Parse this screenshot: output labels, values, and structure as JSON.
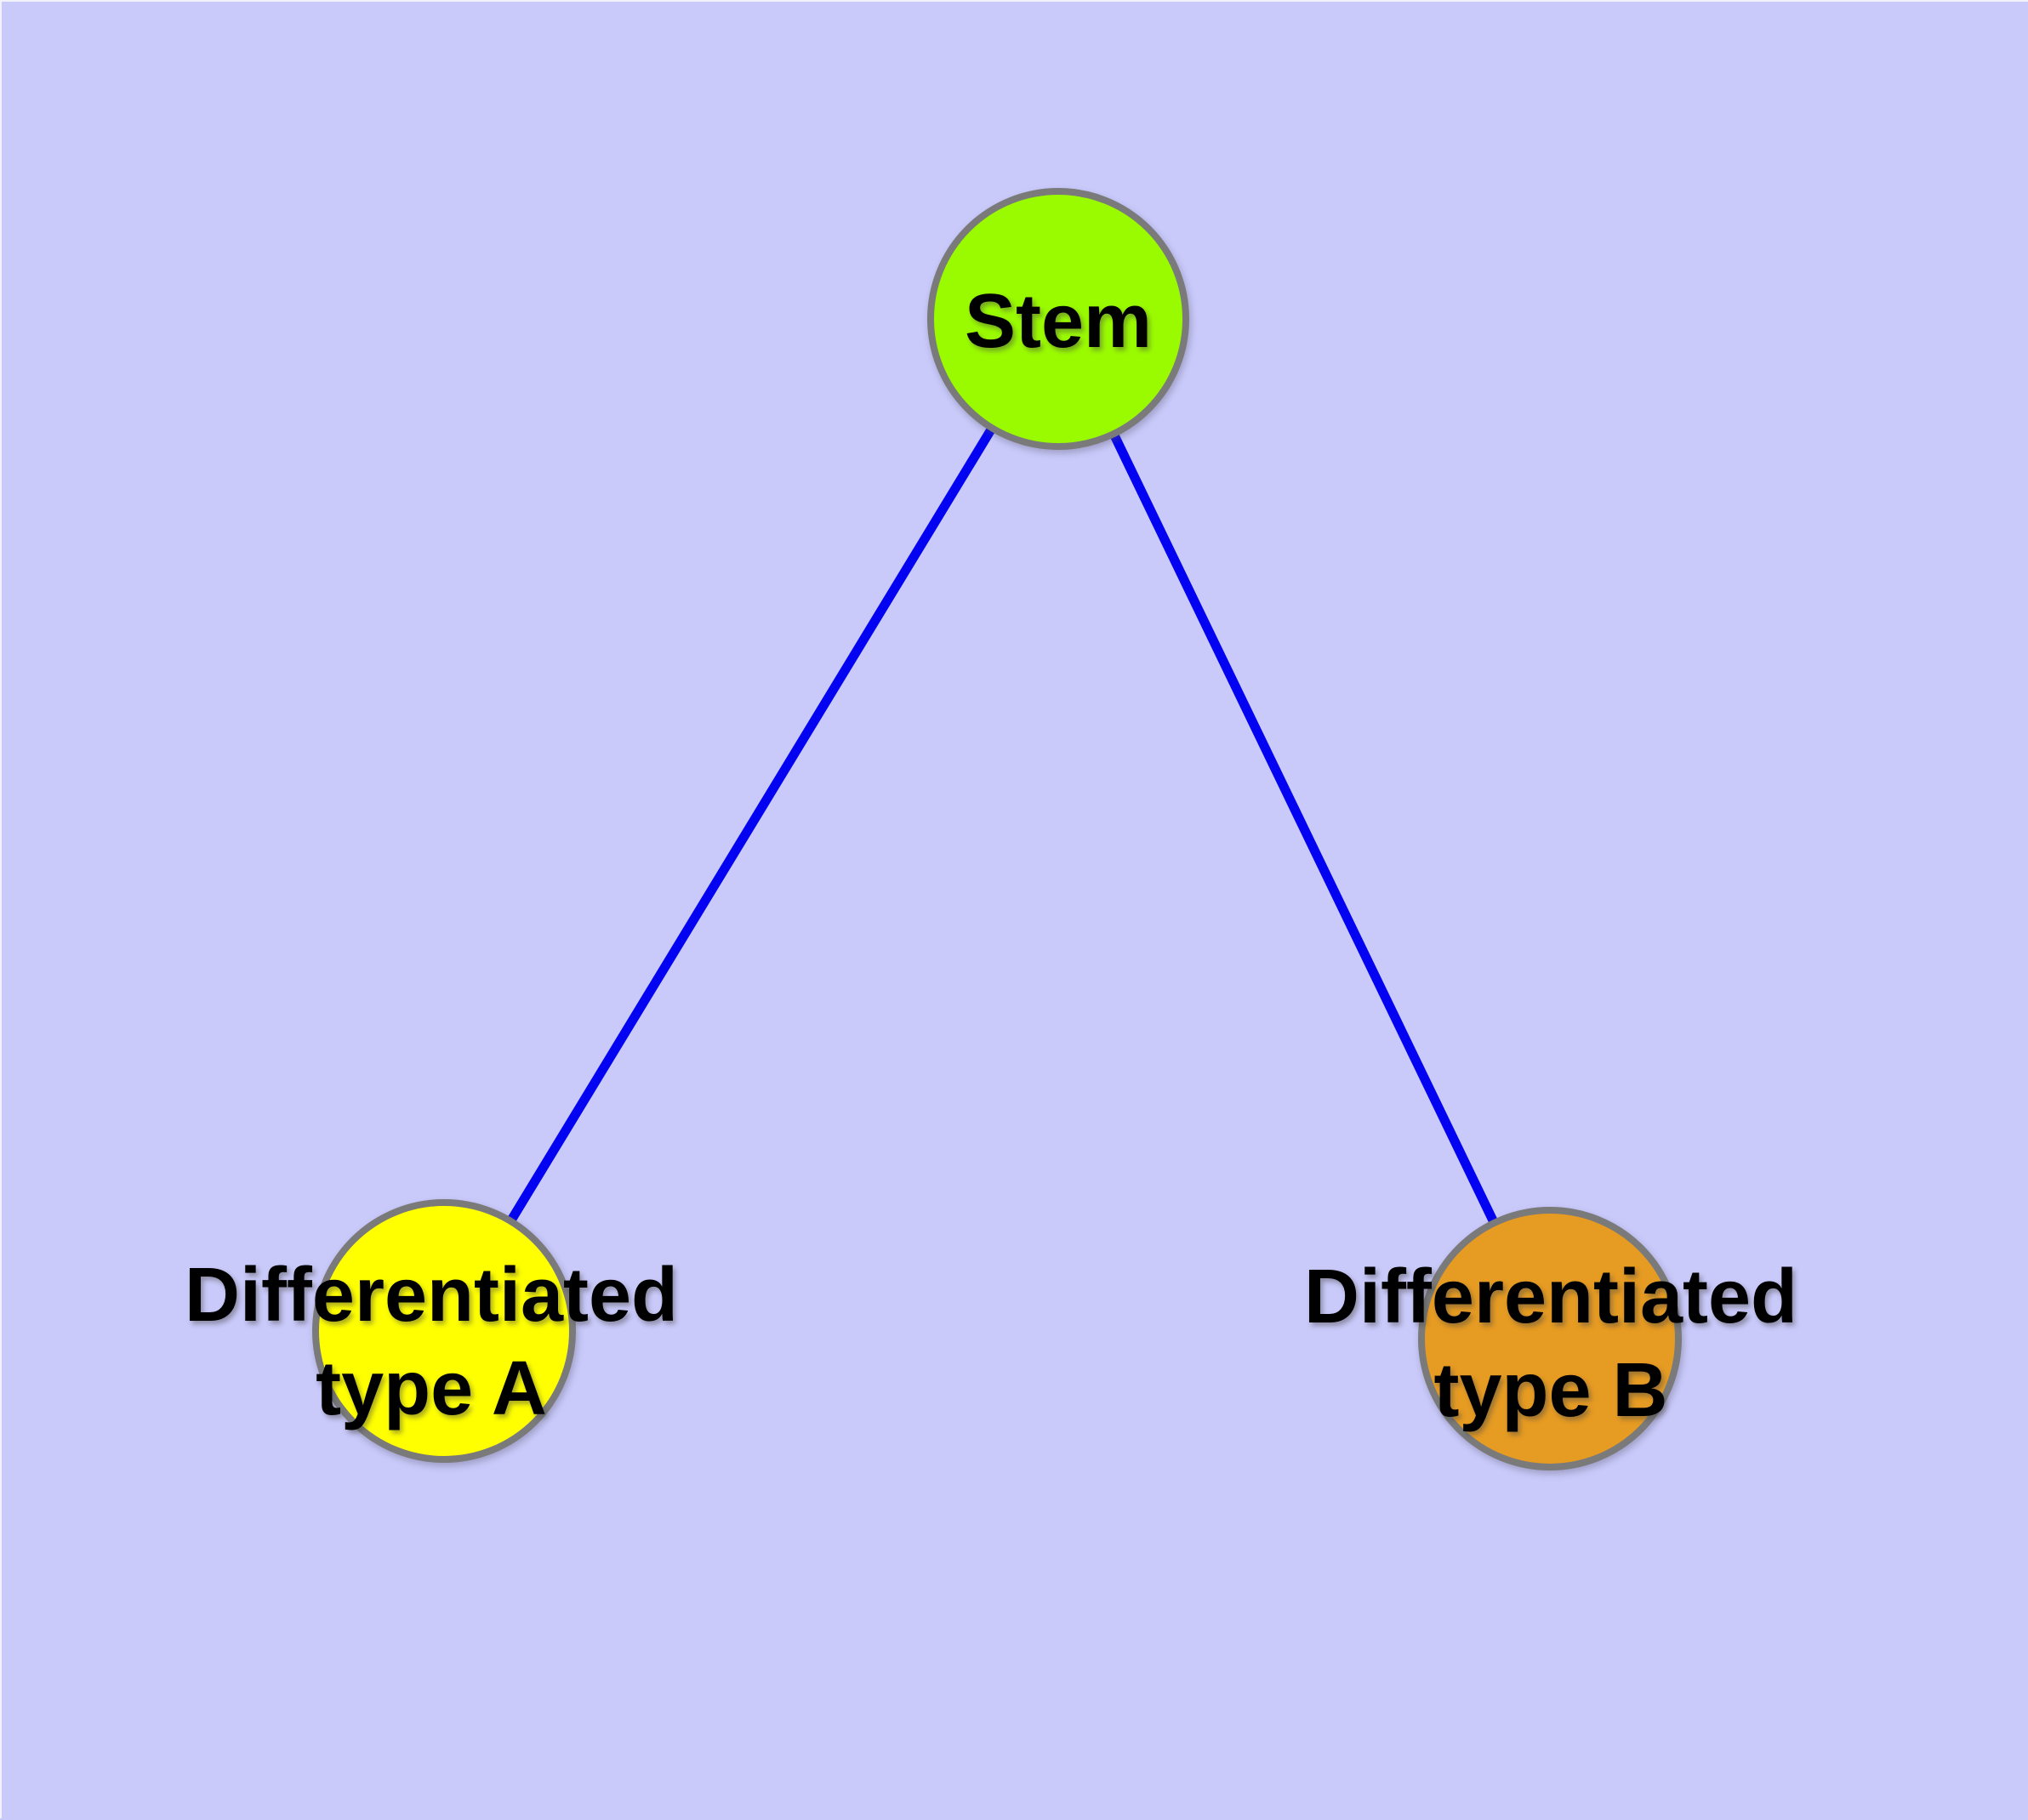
{
  "colors": {
    "background": "#C9C9FA",
    "edge": "#0303F2",
    "node_border": "#7A7A7A",
    "label_text": "#000000"
  },
  "nodes": {
    "stem": {
      "label": "Stem",
      "color": "#9AFB00"
    },
    "type_a": {
      "label_line1": "Differentiated",
      "label_line2": "type A",
      "color": "#FFFF00"
    },
    "type_b": {
      "label_line1": "Differentiated",
      "label_line2": "type B",
      "color": "#E69B22"
    }
  },
  "edges": [
    {
      "from": "Stem",
      "to": "Differentiated type A"
    },
    {
      "from": "Stem",
      "to": "Differentiated type B"
    }
  ]
}
